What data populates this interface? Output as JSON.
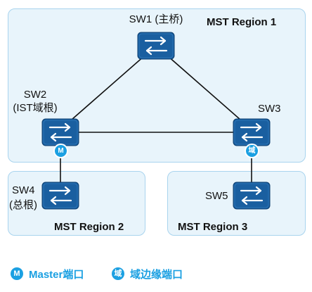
{
  "regions": {
    "r1": "MST Region 1",
    "r2": "MST Region 2",
    "r3": "MST Region 3"
  },
  "switches": {
    "sw1": "SW1 (主桥)",
    "sw2_line1": "SW2",
    "sw2_line2": "(IST域根)",
    "sw3": "SW3",
    "sw4_line1": "SW4",
    "sw4_line2": "(总根)",
    "sw5": "SW5"
  },
  "badges": {
    "master_glyph": "M",
    "edge_glyph": "域"
  },
  "legend": {
    "master_label": "Master端口",
    "edge_label": "域边缘端口"
  },
  "colors": {
    "switch_fill": "#1a5fa0",
    "badge_fill": "#1ba0e2",
    "region_fill": "#e8f4fb",
    "region_border": "#a9d4ee"
  }
}
